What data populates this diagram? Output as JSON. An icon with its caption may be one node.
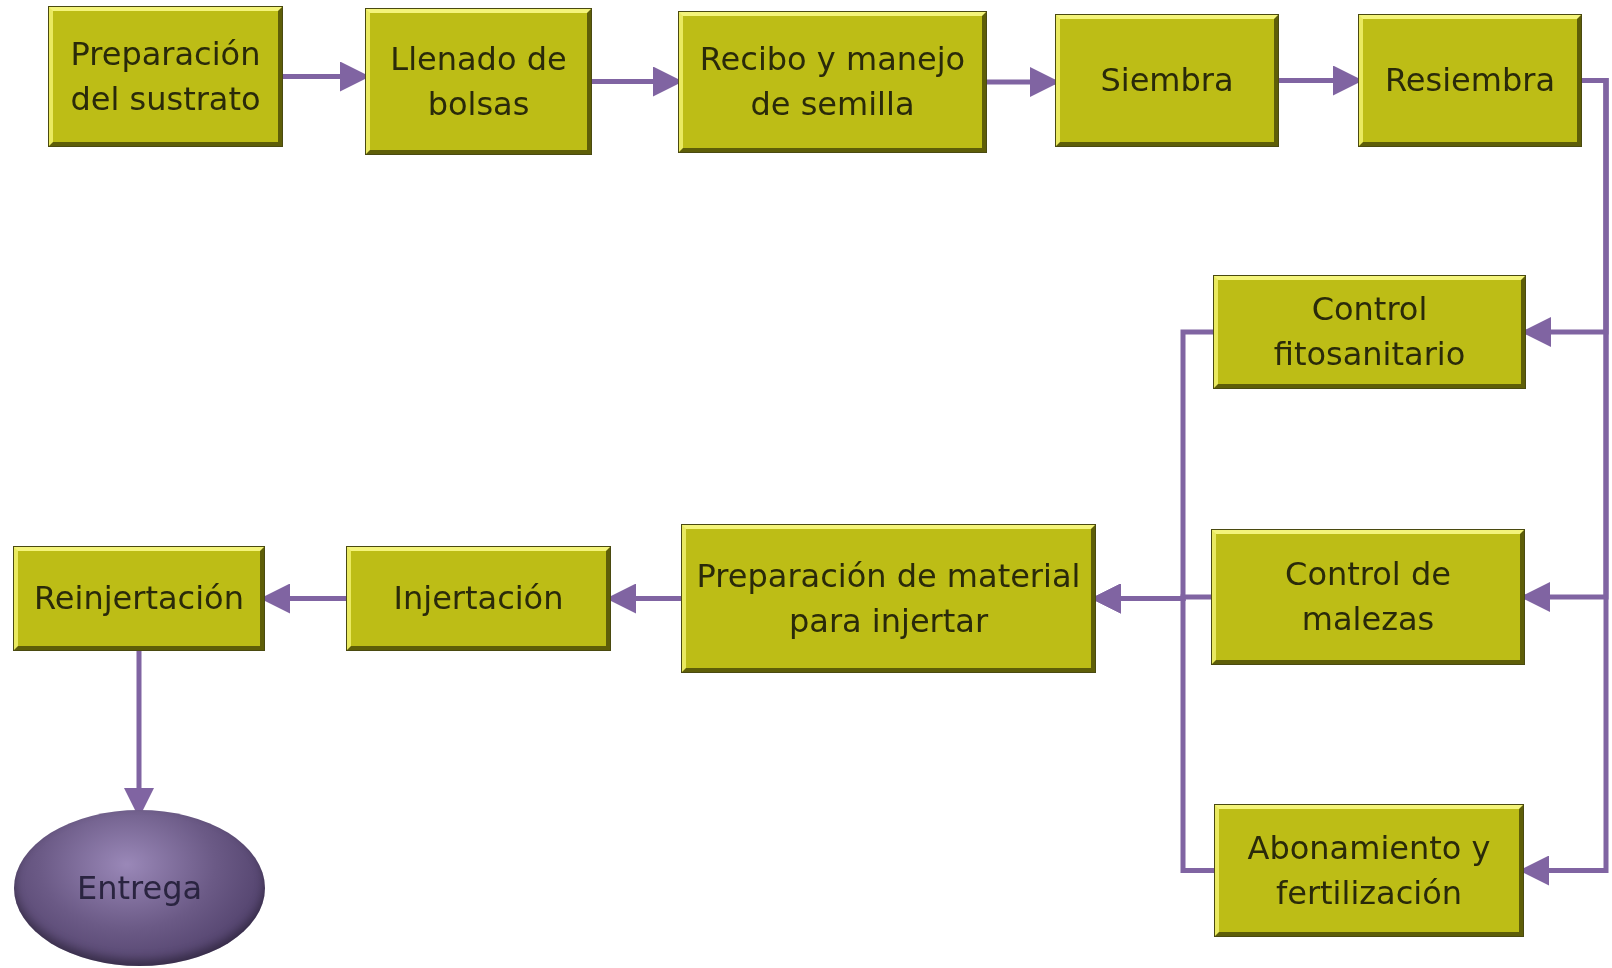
{
  "diagram": {
    "nodes": [
      {
        "text": [
          "Preparación del sustrato"
        ]
      },
      {
        "text": [
          "Llenado de bolsas"
        ]
      },
      {
        "text": [
          "Recibo y manejo de semilla"
        ]
      },
      {
        "text": [
          "Siembra"
        ]
      },
      {
        "text": [
          "Resiembra"
        ]
      },
      {
        "text": [
          "Control fitosanitario"
        ]
      },
      {
        "text": [
          "Control de malezas"
        ]
      },
      {
        "text": [
          "Abonamiento y fertilización"
        ]
      },
      {
        "text": [
          "Preparación de material para injertar"
        ]
      },
      {
        "text": [
          "Injertación"
        ]
      },
      {
        "text": [
          "Reinjertación"
        ]
      },
      {
        "text": [
          "Entrega"
        ]
      }
    ],
    "edges": [
      {
        "from": 0,
        "to": 1,
        "arrow": "to"
      },
      {
        "from": 1,
        "to": 2,
        "arrow": "to"
      },
      {
        "from": 2,
        "to": 3,
        "arrow": "to"
      },
      {
        "from": 3,
        "to": 4,
        "arrow": "to"
      },
      {
        "from": 4,
        "to": 5,
        "arrow": "to"
      },
      {
        "from": 4,
        "to": 6,
        "arrow": "to"
      },
      {
        "from": 4,
        "to": 7,
        "arrow": "to"
      },
      {
        "from": 5,
        "to": 8,
        "arrow": "to"
      },
      {
        "from": 6,
        "to": 8,
        "arrow": "to"
      },
      {
        "from": 7,
        "to": 8,
        "arrow": "to"
      },
      {
        "from": 8,
        "to": 9,
        "arrow": "to"
      },
      {
        "from": 9,
        "to": 10,
        "arrow": "to"
      },
      {
        "from": 10,
        "to": 11,
        "arrow": "to"
      }
    ]
  }
}
